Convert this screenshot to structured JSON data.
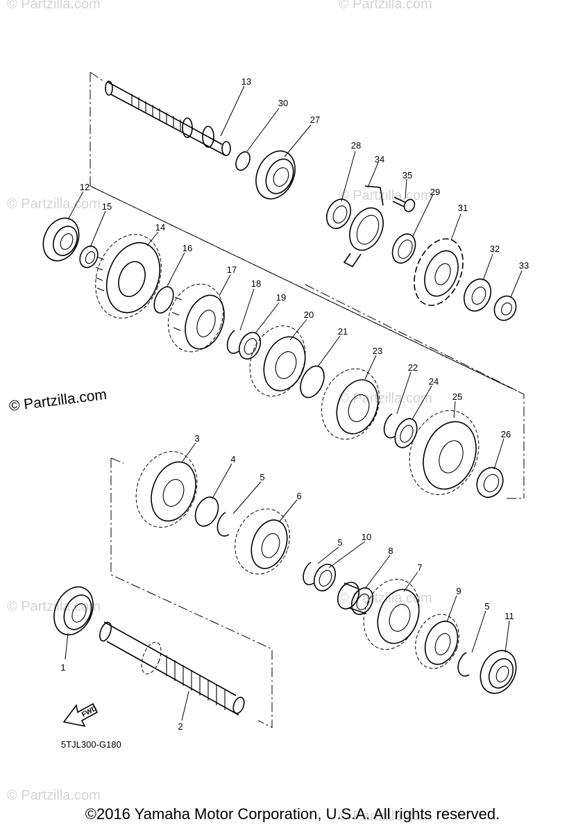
{
  "watermark": {
    "small": "© Partzilla.com",
    "main": "© Partzilla.com"
  },
  "diagram_code": "5TJL300-G180",
  "fwd_label": "FWD",
  "copyright": "©2016 Yamaha Motor Corporation, U.S.A. All rights reserved.",
  "callouts": {
    "n1": "1",
    "n2": "2",
    "n3": "3",
    "n4": "4",
    "n5a": "5",
    "n5b": "5",
    "n5c": "5",
    "n6": "6",
    "n7": "7",
    "n8": "8",
    "n9": "9",
    "n10": "10",
    "n11": "11",
    "n12": "12",
    "n13": "13",
    "n14": "14",
    "n15": "15",
    "n16": "16",
    "n17": "17",
    "n18": "18",
    "n19": "19",
    "n20": "20",
    "n21": "21",
    "n22": "22",
    "n23": "23",
    "n24": "24",
    "n25": "25",
    "n26": "26",
    "n27": "27",
    "n28": "28",
    "n29": "29",
    "n30": "30",
    "n31": "31",
    "n32": "32",
    "n33": "33",
    "n34": "34",
    "n35": "35"
  }
}
